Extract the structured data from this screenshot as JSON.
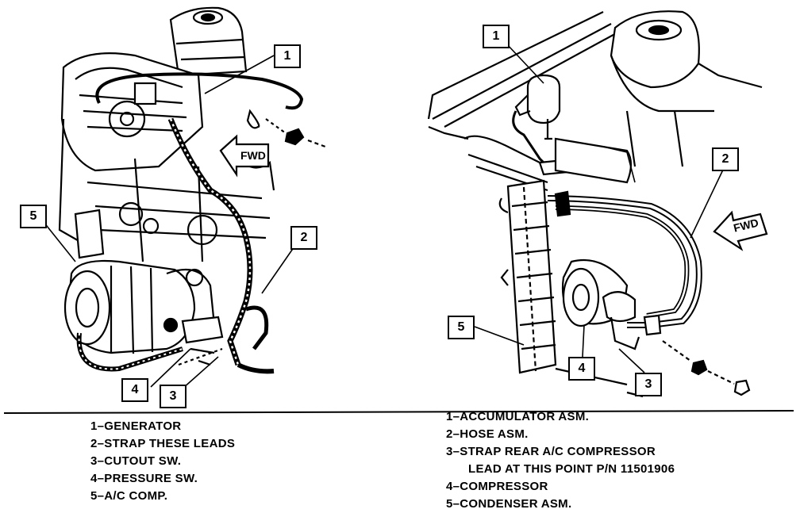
{
  "left_diagram": {
    "callouts": [
      "1",
      "2",
      "3",
      "4",
      "5"
    ],
    "fwd_label": "FWD"
  },
  "right_diagram": {
    "callouts": [
      "1",
      "2",
      "3",
      "4",
      "5"
    ],
    "fwd_label": "FWD"
  },
  "left_legend": [
    "1–GENERATOR",
    "2–STRAP THESE LEADS",
    "3–CUTOUT SW.",
    "4–PRESSURE SW.",
    "5–A/C COMP."
  ],
  "right_legend": [
    "1–ACCUMULATOR ASM.",
    "2–HOSE ASM.",
    "3–STRAP REAR A/C COMPRESSOR",
    "LEAD AT THIS POINT P/N 11501906",
    "4–COMPRESSOR",
    "5–CONDENSER ASM."
  ]
}
